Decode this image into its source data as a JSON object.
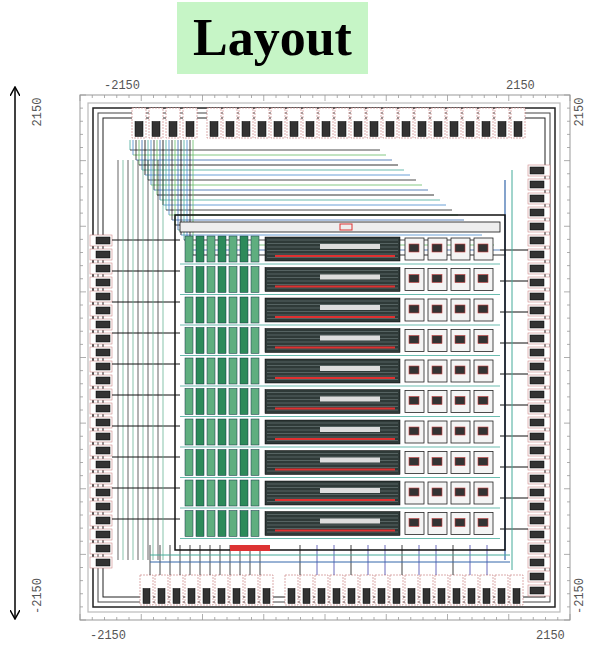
{
  "diagram": {
    "title": "Layout",
    "labels": [
      "-2150",
      "2150",
      "2150",
      "-2150",
      "2150",
      "-2150",
      "-2150",
      "2150"
    ]
  }
}
